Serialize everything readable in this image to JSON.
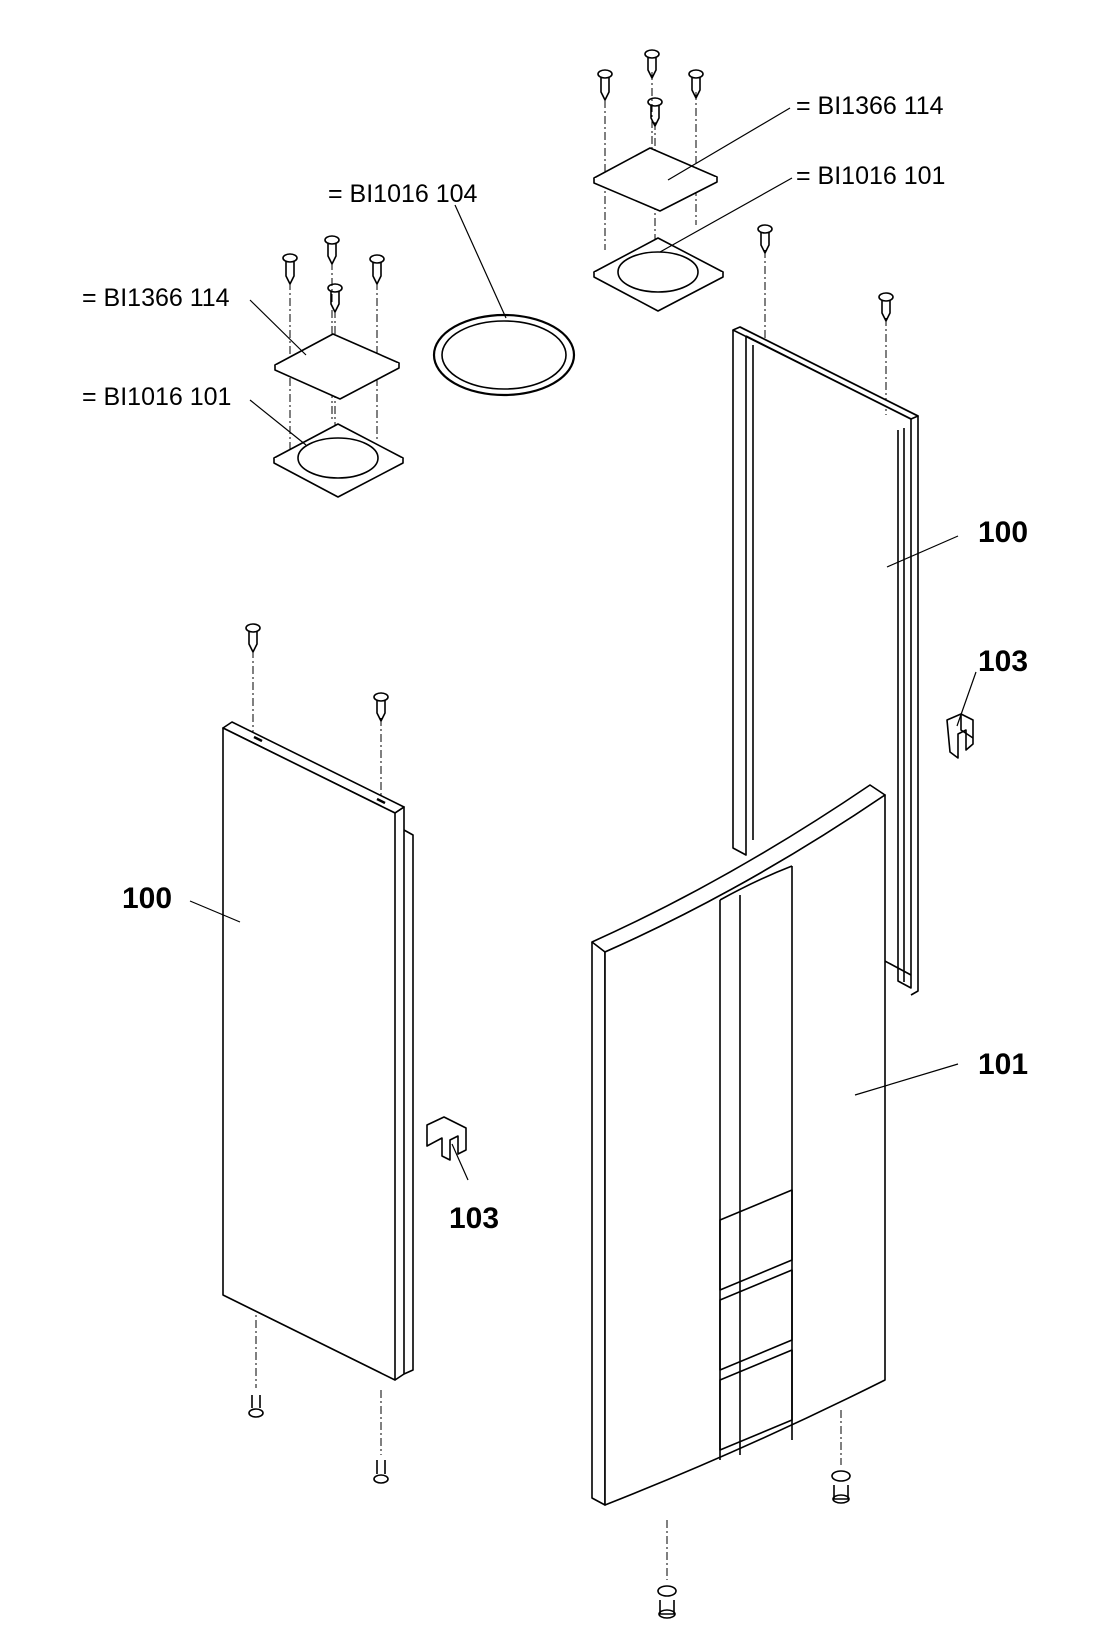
{
  "labels": {
    "ref_bi1366_114_top": "= BI1366 114",
    "ref_bi1016_101_top": "= BI1016 101",
    "ref_bi1016_104": "= BI1016 104",
    "ref_bi1366_114_left": "= BI1366 114",
    "ref_bi1016_101_left": "= BI1016 101",
    "part_100_right": "100",
    "part_103_right": "103",
    "part_100_left": "100",
    "part_103_left": "103",
    "part_101": "101"
  }
}
